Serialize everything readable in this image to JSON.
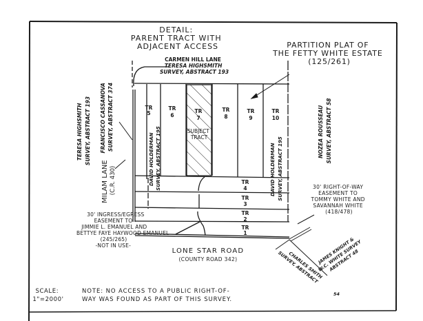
{
  "detail_title": [
    "DETAIL:",
    "PARENT TRACT WITH",
    "ADJACENT ACCESS"
  ],
  "plat_title": [
    "PARTITION PLAT OF",
    "THE FETTY WHITE ESTATE",
    "(125/261)"
  ],
  "north_road": [
    "CARMEN HILL LANE",
    "TERESA HIGHSMITH",
    "SURVEY, ABSTRACT 193"
  ],
  "west_labels": {
    "highsmith": [
      "TERESA HIGHSMITH",
      "SURVEY, ABSTRACT 193"
    ],
    "cassanova": [
      "FRANCISCO CASSANOVA",
      "SURVEY, ABSTRACT 374"
    ],
    "milam": [
      "MILAM LANE",
      "(C.R. 430)"
    ]
  },
  "holderman_left": [
    "DAVID HOLDERMAN",
    "SURVEY, ABSTRACT 195"
  ],
  "holderman_right": [
    "DAVID HOLDERMAN",
    "SURVEY, ABSTRACT 195"
  ],
  "rousseau": [
    "NOZEA ROUSSEAU",
    "SURVEY, ABSTRACT 58"
  ],
  "tracts": {
    "tr5": [
      "TR",
      "5"
    ],
    "tr6": [
      "TR",
      "6"
    ],
    "tr7": [
      "TR",
      "7"
    ],
    "tr8": [
      "TR",
      "8"
    ],
    "tr9": [
      "TR",
      "9"
    ],
    "tr10": [
      "TR",
      "10"
    ],
    "tr4": [
      "TR",
      "4"
    ],
    "tr3": [
      "TR",
      "3"
    ],
    "tr2": [
      "TR",
      "2"
    ],
    "tr1": [
      "TR",
      "1"
    ]
  },
  "subject_tract": [
    "SUBJECT",
    "TRACT"
  ],
  "row_easement": [
    "30' RIGHT-OF-WAY",
    "EASEMENT TO",
    "TOMMY WHITE AND",
    "SAVANNAH WHITE",
    "(418/478)"
  ],
  "ingress_easement": [
    "30' INGRESS/EGRESS",
    "EASEMENT TO",
    "JIMMIE L. EMANUEL AND",
    "BETTYE FAYE HAYWOOD EMANUEL",
    "(245/265)",
    "-NOT IN USE-"
  ],
  "south_road": [
    "LONE STAR ROAD",
    "(COUNTY ROAD 342)"
  ],
  "knight_survey": [
    "JAMES KNIGHT &",
    "W.C. WHITE SURVEY",
    "ABSTRACT 48"
  ],
  "smith_survey": [
    "CHARLES SMITH",
    "SURVEY, ABSTRACT",
    "54"
  ],
  "scale": [
    "SCALE:",
    "1\"=2000'"
  ],
  "note": [
    "NOTE: NO ACCESS TO A PUBLIC RIGHT-OF-",
    "WAY WAS FOUND AS PART OF THIS SURVEY."
  ],
  "colors": {
    "ink": "#1a1a1a",
    "paper": "#ffffff"
  }
}
